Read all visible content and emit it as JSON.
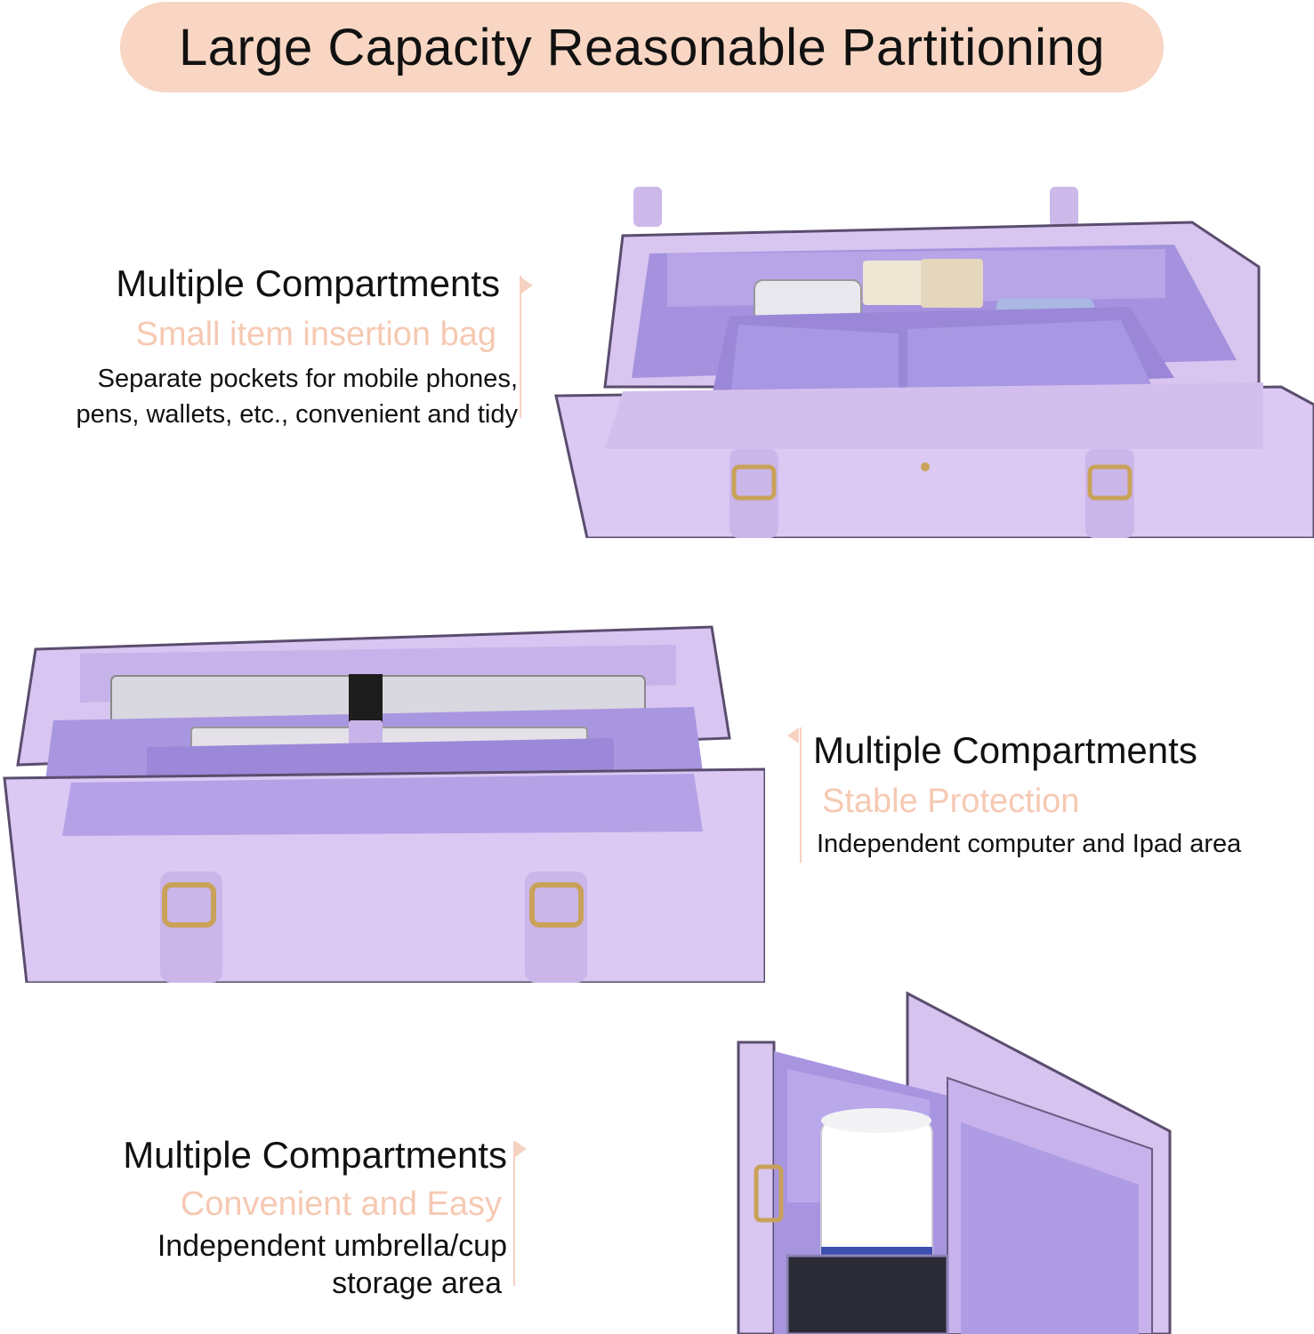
{
  "banner": {
    "title": "Large Capacity Reasonable Partitioning",
    "color": "#f8d6c3"
  },
  "sections": [
    {
      "heading": "Multiple Compartments",
      "subheading": "Small item insertion bag",
      "description_lines": [
        "Separate pockets for mobile phones,",
        "pens, wallets, etc., convenient and tidy"
      ],
      "photo": "purple-bag-top-view-small-items"
    },
    {
      "heading": "Multiple Compartments",
      "subheading": "Stable Protection",
      "description_lines": [
        "Independent computer and Ipad area"
      ],
      "photo": "purple-bag-laptop-compartment"
    },
    {
      "heading": "Multiple Compartments",
      "subheading": "Convenient and Easy",
      "description_lines": [
        "Independent umbrella/cup",
        "storage area"
      ],
      "photo": "purple-bag-side-pocket-cup"
    }
  ],
  "colors": {
    "accent_peach": "#f6c9b3",
    "bag_lilac": "#d9c8ee",
    "lining_purple": "#a99ae0"
  }
}
